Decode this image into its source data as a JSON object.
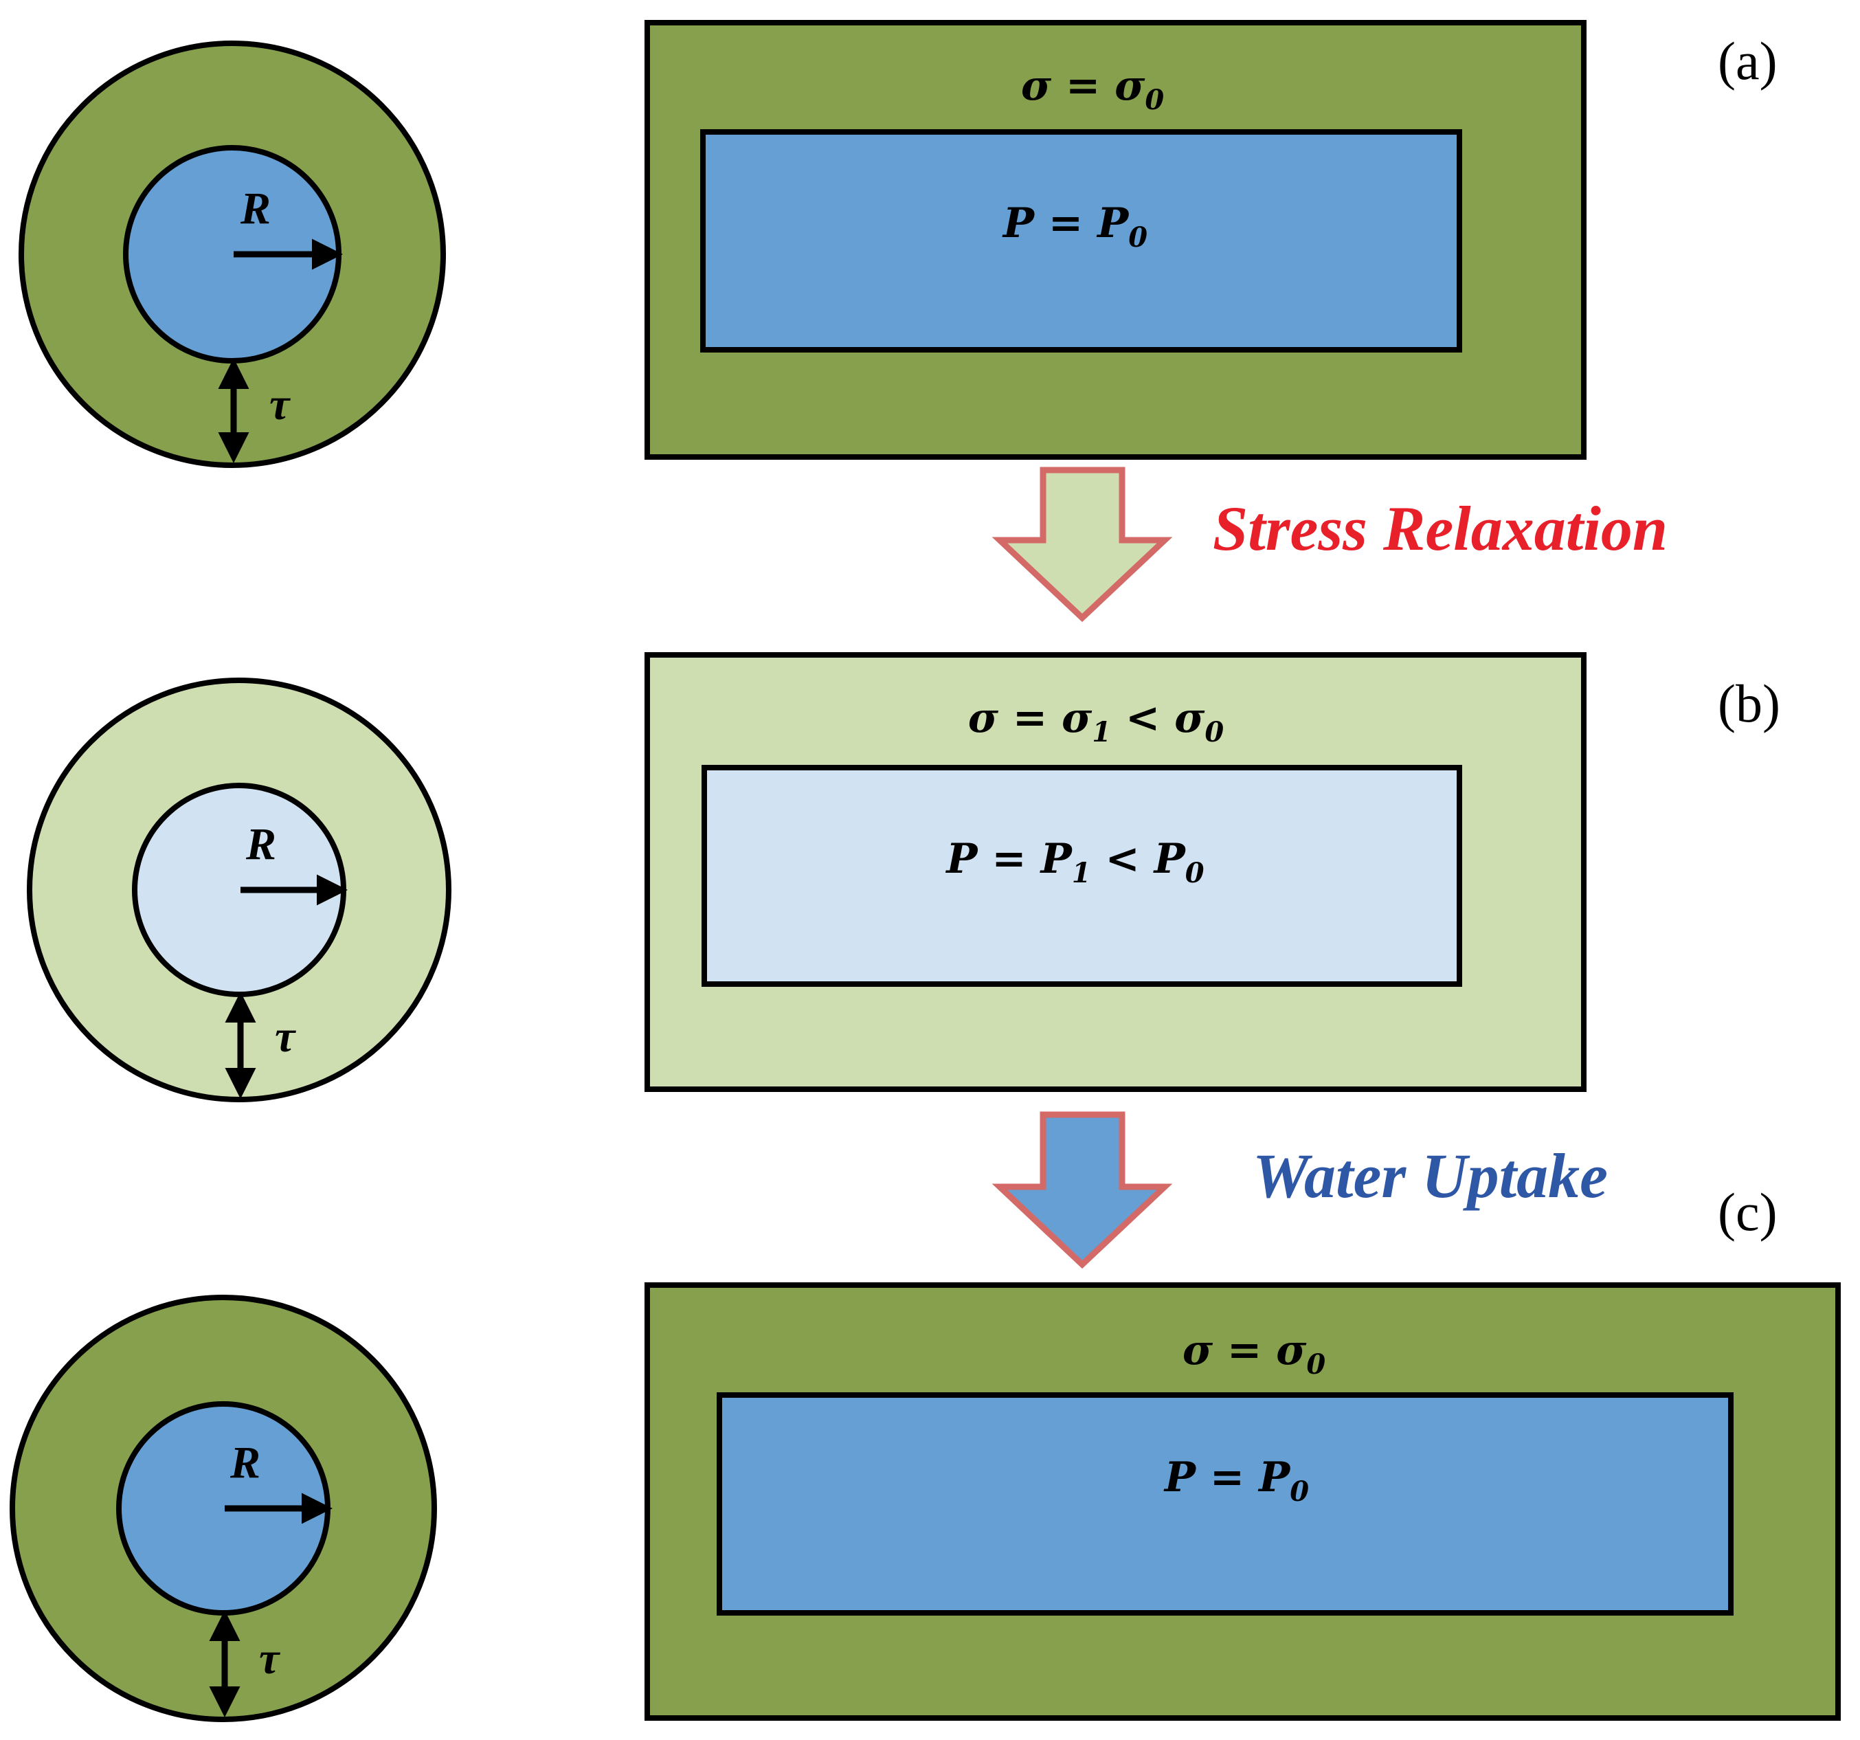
{
  "colors": {
    "shell_dark": "#87a04e",
    "core_dark": "#669fd3",
    "shell_light": "#cfdeb0",
    "core_light": "#d1e2f2",
    "stress_text": "#e8202a",
    "water_text": "#2e58a6",
    "arrow_outline": "#d46a67"
  },
  "panels": [
    {
      "label": "(a)",
      "shell_formula": {
        "main": "σ = σ",
        "sub": "0",
        "tail": ""
      },
      "core_formula": {
        "main": "P = P",
        "sub": "0",
        "tail": ""
      },
      "radius_symbol": "R",
      "thickness_symbol": "τ"
    },
    {
      "label": "(b)",
      "shell_formula": {
        "main": "σ = σ",
        "sub": "1",
        "tail": " < σ",
        "sub2": "0"
      },
      "core_formula": {
        "main": "P = P",
        "sub": "1",
        "tail": " < P",
        "sub2": "0"
      },
      "radius_symbol": "R",
      "thickness_symbol": "τ"
    },
    {
      "label": "(c)",
      "shell_formula": {
        "main": "σ = σ",
        "sub": "0",
        "tail": ""
      },
      "core_formula": {
        "main": "P = P",
        "sub": "0",
        "tail": ""
      },
      "radius_symbol": "R",
      "thickness_symbol": "τ"
    }
  ],
  "transitions": [
    {
      "label": "Stress Relaxation"
    },
    {
      "label": "Water Uptake"
    }
  ]
}
